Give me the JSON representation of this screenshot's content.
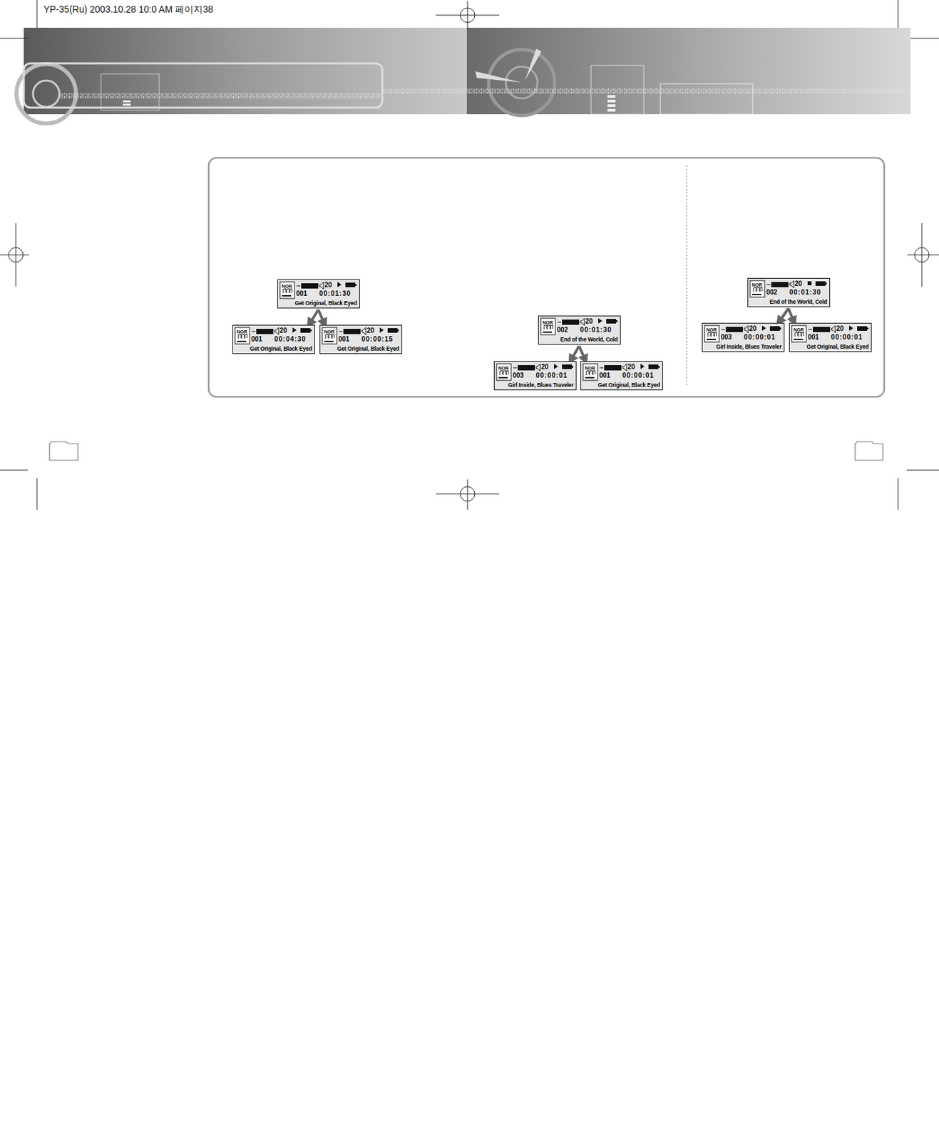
{
  "diagram": {
    "nodes": [
      {
        "text": [
          "NOR",
          "20",
          "001",
          "00:01:30",
          "Get Original, Black Eyed"
        ]
      },
      {
        "text": [
          "NOR",
          "20",
          "001",
          "00:04:30",
          "Get Original, Black Eyed"
        ]
      },
      {
        "text": [
          "NOR",
          "20",
          "001",
          "00:00:15",
          "Get Original, Black Eyed"
        ]
      },
      {
        "text": [
          "NOR",
          "20",
          "002",
          "00:01:30",
          "End of the World, Cold"
        ]
      },
      {
        "text": [
          "NOR",
          "20",
          "003",
          "00:00:01",
          "Girl Inside, Blues Traveler"
        ]
      },
      {
        "text": [
          "NOR",
          "20",
          "001",
          "00:00:01",
          "Get Original, Black Eyed"
        ]
      },
      {
        "text": [
          "NOR",
          "20",
          "002",
          "00:01:30",
          "End of the World, Cold"
        ]
      },
      {
        "text": [
          "NOR",
          "20",
          "003",
          "00:00:01",
          "Girl Inside, Blues Traveler"
        ]
      },
      {
        "text": [
          "NOR",
          "20",
          "001",
          "00:00:01",
          "Get Original, Black Eyed"
        ]
      }
    ],
    "edges": [
      {
        "from": 0,
        "to": 1,
        "arrow": "to"
      },
      {
        "from": 0,
        "to": 2,
        "arrow": "to"
      },
      {
        "from": 3,
        "to": 4,
        "arrow": "to"
      },
      {
        "from": 3,
        "to": 5,
        "arrow": "to"
      },
      {
        "from": 6,
        "to": 7,
        "arrow": "to"
      },
      {
        "from": 6,
        "to": 8,
        "arrow": "to"
      }
    ],
    "labels": [
      "YP-35(Ru)  2003.10.28 10:0 AM 페이지38"
    ]
  }
}
